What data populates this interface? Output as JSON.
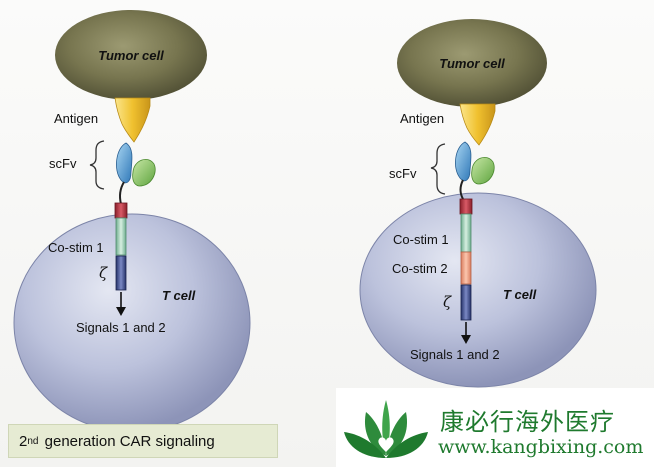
{
  "left_panel": {
    "tumor_label": "Tumor cell",
    "antigen_label": "Antigen",
    "scfv_label": "scFv",
    "costim1_label": "Co-stim 1",
    "zeta_label": "ζ",
    "tcell_label": "T cell",
    "signals_label": "Signals 1 and 2"
  },
  "right_panel": {
    "tumor_label": "Tumor cell",
    "antigen_label": "Antigen",
    "scfv_label": "scFv",
    "costim1_label": "Co-stim 1",
    "costim2_label": "Co-stim 2",
    "zeta_label": "ζ",
    "tcell_label": "T cell",
    "signals_label": "Signals 1 and 2"
  },
  "caption": {
    "prefix": "2",
    "superscript": "nd",
    "text": "generation CAR signaling"
  },
  "watermark": {
    "chinese_name": "康必行海外医疗",
    "url": "www.kangbixing.com"
  },
  "colors": {
    "tumor": "#6e6e4c",
    "antigen": "#f0c12f",
    "scfv_heavy": "#3f8fcb",
    "scfv_light": "#7fbf5a",
    "hinge": "#b8323f",
    "costim1": "#a9d2bc",
    "costim2": "#f0a98a",
    "zeta": "#3d4e8e",
    "tcell": "#b9bfd8",
    "caption_bg": "#e6ebd3",
    "logo_green": "#1f7a2e"
  }
}
